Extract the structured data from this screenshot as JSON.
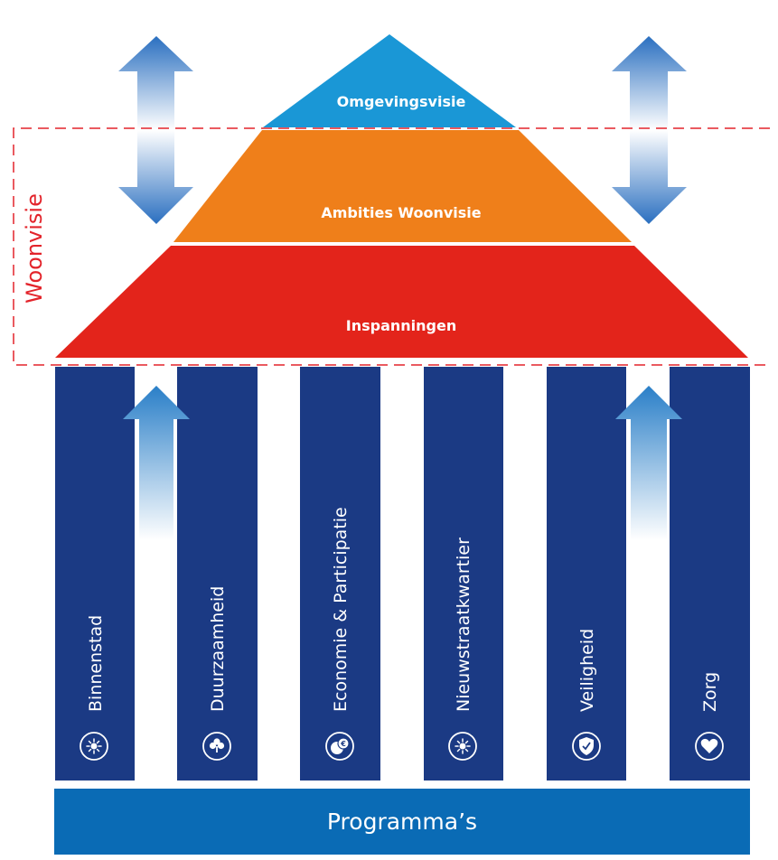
{
  "pyramid": {
    "top_label": "Omgevingsvisie",
    "middle_label": "Ambities Woonvisie",
    "bottom_label": "Inspanningen"
  },
  "side_label": "Woonvisie",
  "pillars": [
    {
      "label": "Binnenstad",
      "icon": "sun-icon"
    },
    {
      "label": "Duurzaamheid",
      "icon": "clover-icon"
    },
    {
      "label": "Economie & Participatie",
      "icon": "euro-coins-icon"
    },
    {
      "label": "Nieuwstraatkwartier",
      "icon": "sun-icon"
    },
    {
      "label": "Veiligheid",
      "icon": "shield-check-icon"
    },
    {
      "label": "Zorg",
      "icon": "heart-icon"
    }
  ],
  "base_label": "Programma’s",
  "colors": {
    "top": "#1a97d6",
    "middle": "#ef7f1a",
    "bottom": "#e3241b",
    "pillar": "#1b3a84",
    "base": "#0a6bb5",
    "dashed_frame": "#e3242b",
    "arrow": "#2a6fc0"
  }
}
